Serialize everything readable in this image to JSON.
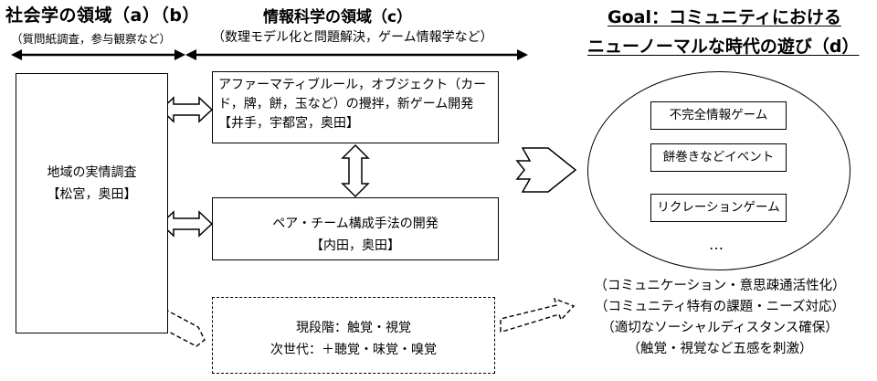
{
  "left_header": {
    "title": "社会学の領域（a）（b）",
    "subtitle": "（質問紙調査，参与観察など）"
  },
  "middle_header": {
    "title": "情報科学の領域（c）",
    "subtitle": "（数理モデル化と問題解決，ゲーム情報学など）"
  },
  "goal": {
    "line1": "Goal：コミュニティにおける",
    "line2": "ニューノーマルな時代の遊び（d）"
  },
  "left_box": {
    "line1": "地域の実情調査",
    "line2": "【松宮，奥田】"
  },
  "top_box": {
    "line1": "アファーマティブルール，オブジェクト（カー",
    "line2": "ド，牌，餅，玉など）の攪拌，新ゲーム開発",
    "line3": "【井手，宇都宮，奥田】"
  },
  "bottom_box": {
    "line1": "ペア・チーム構成手法の開発",
    "line2": "【内田，奥田】"
  },
  "dashed_box": {
    "line1": "現段階：触覚・視覚",
    "line2": "次世代：＋聴覚・味覚・嗅覚"
  },
  "goal_items": [
    "不完全情報ゲーム",
    "餅巻きなどイベント",
    "リクレーションゲーム"
  ],
  "goal_ellipsis": "…",
  "effects": [
    "（コミュニケーション・意思疎通活性化）",
    "（コミュニティ特有の課題・ニーズ対応）",
    "（適切なソーシャルディスタンス確保）",
    "（触覚・視覚など五感を刺激）"
  ]
}
